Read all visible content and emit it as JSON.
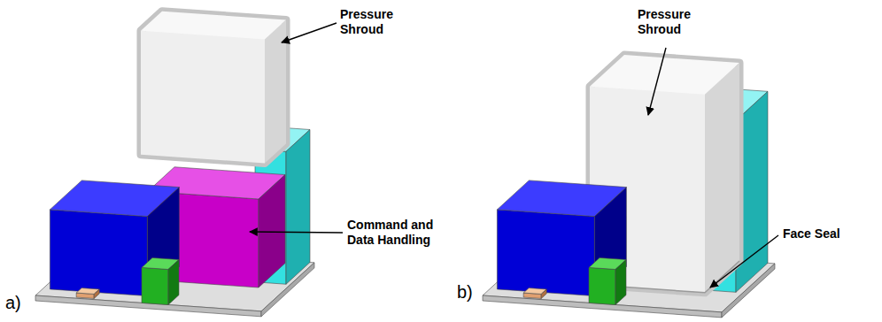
{
  "diagram": {
    "labels": [
      "Pressure Shroud",
      "Command and Data Handling",
      "a)",
      "Pressure Shroud",
      "Face Seal",
      "b)"
    ]
  }
}
